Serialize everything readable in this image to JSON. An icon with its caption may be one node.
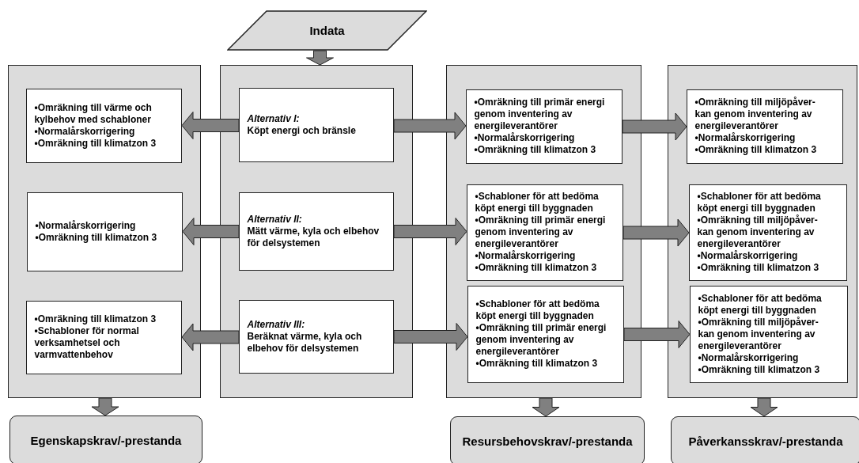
{
  "diagram": {
    "nodes": [
      {
        "text": [
          "Indata"
        ]
      },
      {
        "text": [],
        "shape": "box"
      },
      {
        "text": [
          "•Omräkning till värme och kylbehov med schabloner",
          "•Normalårskorrigering",
          "•Omräkning till klimatzon 3"
        ],
        "in": 1
      },
      {
        "text": [
          "•Normalårskorrigering",
          "•Omräkning till klimatzon 3"
        ],
        "in": 1
      },
      {
        "text": [
          "•Omräkning till klimatzon 3",
          "•Schabloner för normal verksamhetsel och varmvattenbehov"
        ],
        "in": 1
      },
      {
        "text": [],
        "shape": "box"
      },
      {
        "text": [
          "Alternativ I:",
          "Köpt energi och bränsle"
        ],
        "in": 5
      },
      {
        "text": [
          "Alternativ II:",
          "Mätt värme, kyla och elbehov för delsystemen"
        ],
        "in": 5
      },
      {
        "text": [
          "Alternativ III:",
          "Beräknat värme, kyla och elbehov för delsystemen"
        ],
        "in": 5
      },
      {
        "text": [],
        "shape": "box"
      },
      {
        "text": [
          "•Omräkning till primär energi genom inventering av energileverantörer",
          "•Normalårskorrigering",
          "•Omräkning till klimatzon 3"
        ],
        "in": 9
      },
      {
        "text": [
          "•Schabloner för att bedöma köpt energi till byggnaden",
          "•Omräkning till primär energi genom  inventering av energileverantörer",
          "•Normalårskorrigering",
          "•Omräkning till klimatzon 3"
        ],
        "in": 9
      },
      {
        "text": [
          "•Schabloner för att bedöma köpt energi till byggnaden",
          "•Omräkning till primär energi genom  inventering av energileverantörer",
          "•Omräkning till klimatzon 3"
        ],
        "in": 9
      },
      {
        "text": [],
        "shape": "box"
      },
      {
        "text": [
          "•Omräkning till miljöpåver- kan genom inventering av energileverantörer",
          "•Normalårskorrigering",
          "•Omräkning till klimatzon 3"
        ],
        "in": 13
      },
      {
        "text": [
          "•Schabloner för att bedöma köpt energi till byggnaden",
          "•Omräkning till miljöpåver- kan genom inventering av energileverantörer",
          "•Normalårskorrigering",
          "•Omräkning till klimatzon 3"
        ],
        "in": 13
      },
      {
        "text": [
          "•Schabloner för att bedöma köpt energi till byggnaden",
          "•Omräkning till miljöpåver- kan genom inventering av energileverantörer",
          "•Normalårskorrigering",
          "•Omräkning till klimatzon 3"
        ],
        "in": 13
      },
      {
        "text": [
          "Egenskapskrav/-prestanda"
        ]
      },
      {
        "text": [
          "Resursbehovskrav/-prestanda"
        ]
      },
      {
        "text": [
          "Påverkansskrav/-prestanda"
        ]
      }
    ],
    "edges": [
      {
        "from": 0,
        "to": 5,
        "arrow": "to"
      },
      {
        "from": 6,
        "to": 2,
        "arrow": "to"
      },
      {
        "from": 7,
        "to": 3,
        "arrow": "to"
      },
      {
        "from": 8,
        "to": 4,
        "arrow": "to"
      },
      {
        "from": 6,
        "to": 10,
        "arrow": "to"
      },
      {
        "from": 7,
        "to": 11,
        "arrow": "to"
      },
      {
        "from": 8,
        "to": 12,
        "arrow": "to"
      },
      {
        "from": 10,
        "to": 14,
        "arrow": "to"
      },
      {
        "from": 11,
        "to": 15,
        "arrow": "to"
      },
      {
        "from": 12,
        "to": 16,
        "arrow": "to"
      },
      {
        "from": 1,
        "to": 17,
        "arrow": "to"
      },
      {
        "from": 9,
        "to": 18,
        "arrow": "to"
      },
      {
        "from": 13,
        "to": 19,
        "arrow": "to"
      }
    ]
  }
}
